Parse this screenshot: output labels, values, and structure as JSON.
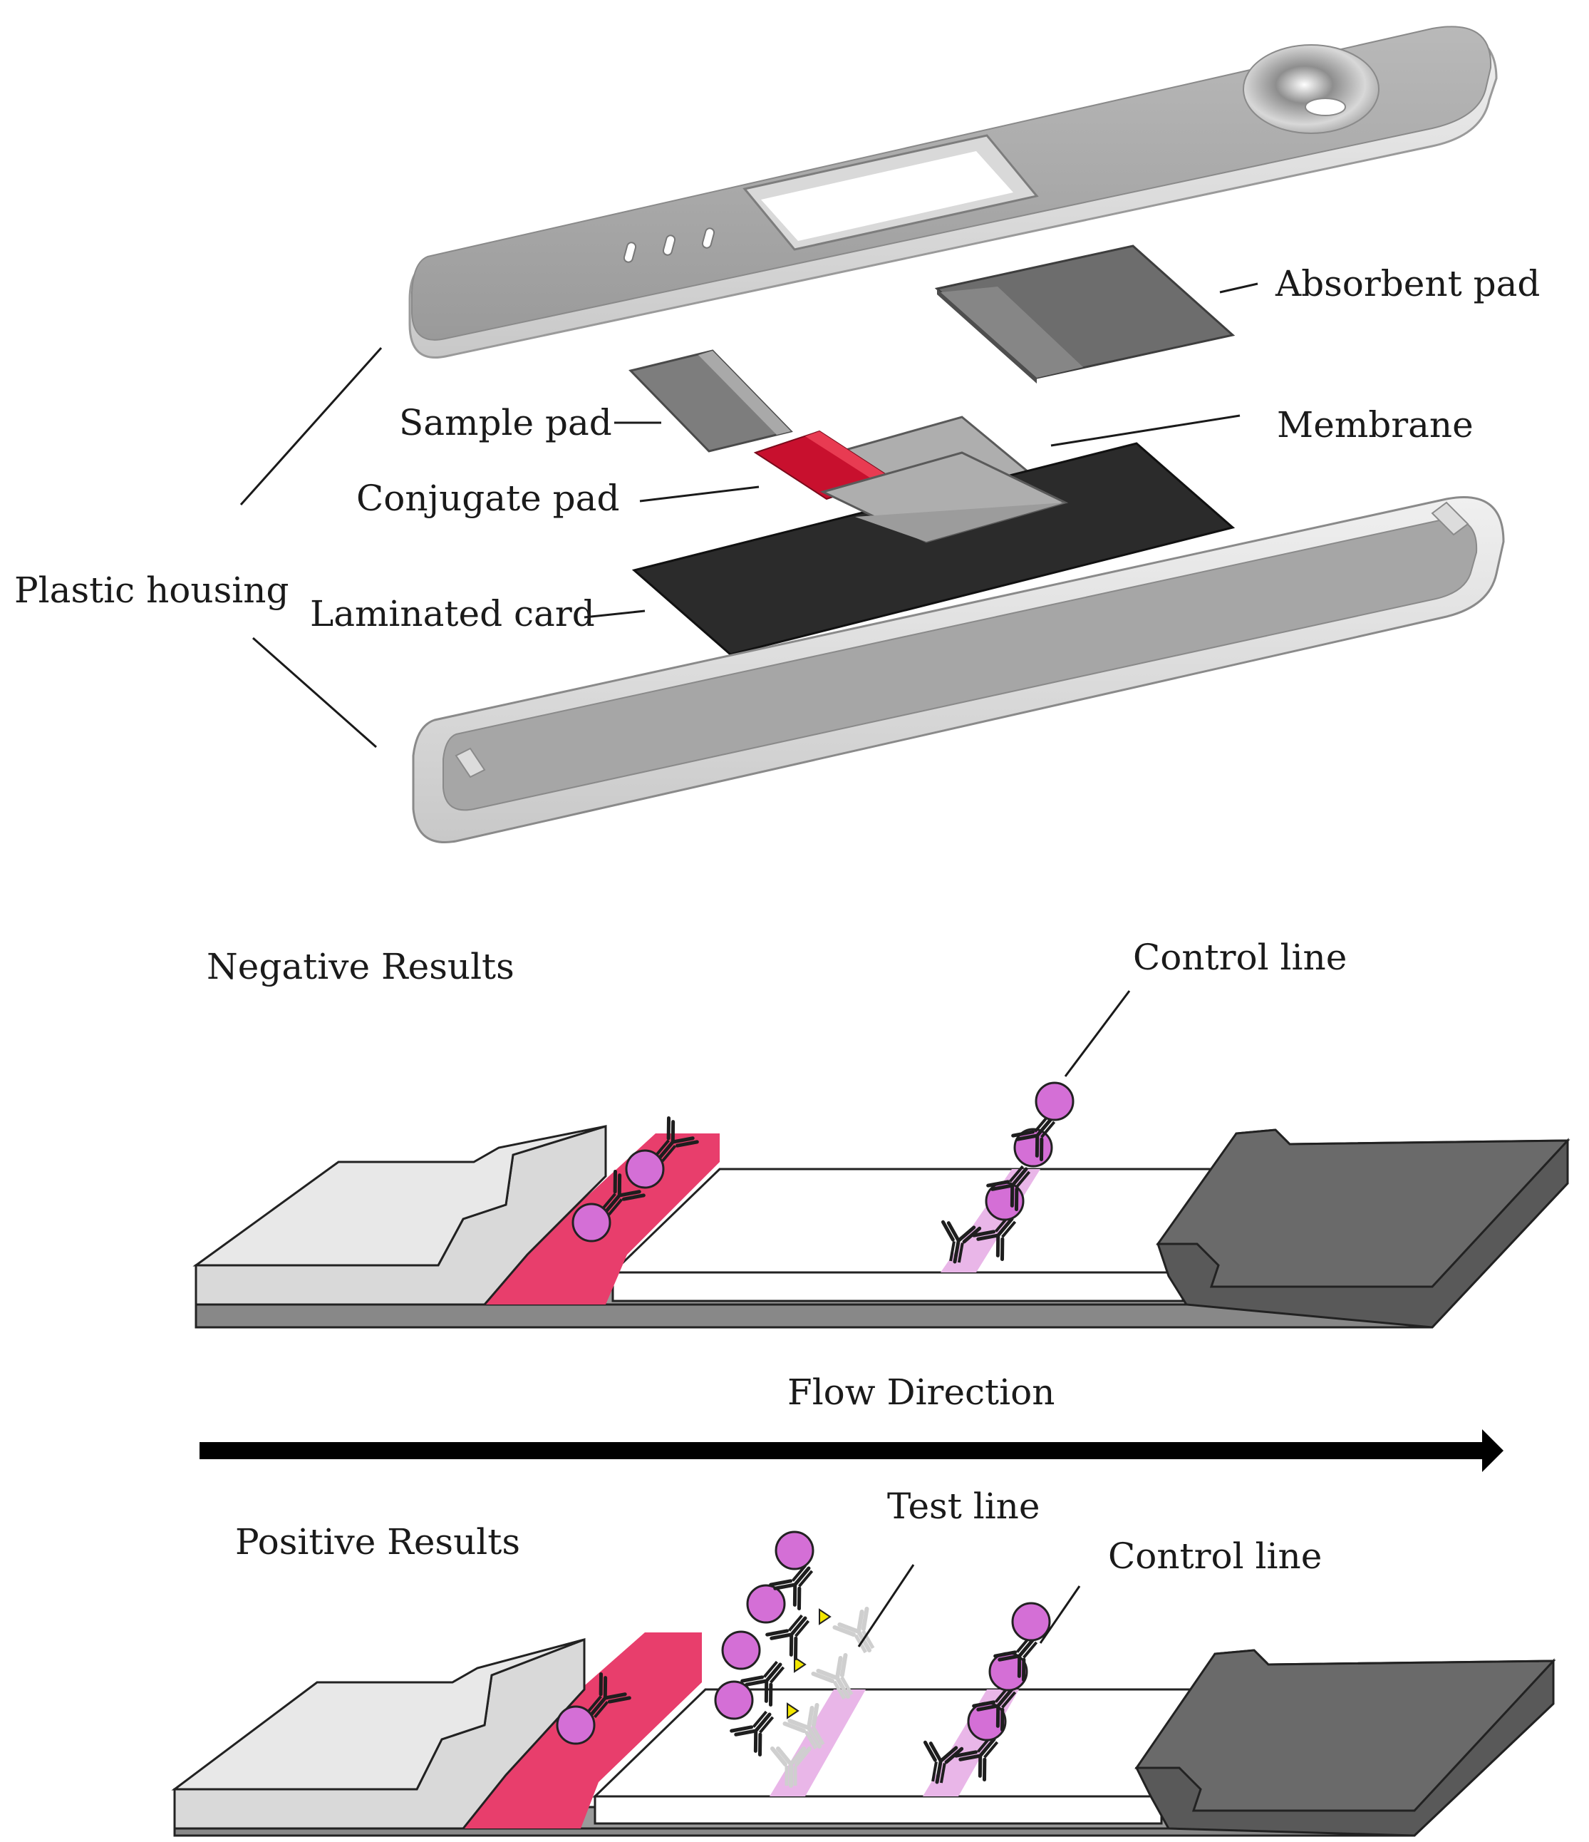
{
  "top_labels": {
    "absorbent_pad": "Absorbent pad",
    "sample_pad": "Sample pad",
    "membrane": "Membrane",
    "conjugate_pad": "Conjugate pad",
    "plastic_housing": "Plastic housing",
    "laminated_card": "Laminated card"
  },
  "negative": {
    "title": "Negative Results",
    "control_line": "Control line"
  },
  "flow": {
    "label": "Flow Direction"
  },
  "positive": {
    "title": "Positive Results",
    "test_line": "Test line",
    "control_line": "Control line"
  },
  "colors": {
    "housing": "#a9a9a9",
    "conjugate_red": "#c8102e",
    "strip_pink": "#e83e6c",
    "nanoparticle": "#d46fd6",
    "antigen": "#f2e600",
    "absorbent_dark": "#5f5f5f",
    "card_dark": "#2b2b2b"
  }
}
